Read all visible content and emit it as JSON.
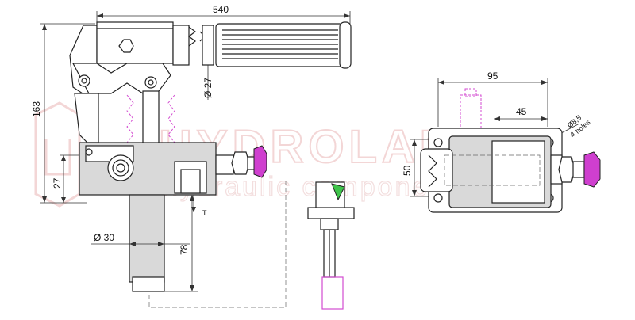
{
  "watermark": {
    "brand": "HYDROLAND",
    "subtitle": "hydraulic components"
  },
  "side_view": {
    "dim_overall_length": "540",
    "dim_height": "163",
    "dim_base_offset": "27",
    "dim_handle_diameter": "Ø 27",
    "dim_tank_diameter": "Ø 30",
    "dim_tank_length": "78",
    "port_label": "T"
  },
  "end_view": {
    "dim_width": "95",
    "dim_hole_spacing": "45",
    "dim_height": "50",
    "holes_note_line1": "Ø8,5",
    "holes_note_line2": "4 holes"
  },
  "colors": {
    "handle_knob": "#cf3fcf",
    "hidden_lines": "#d34bd0",
    "section_fill": "#3ec44a",
    "line": "#222222",
    "body_fill": "#d9d9d9"
  }
}
